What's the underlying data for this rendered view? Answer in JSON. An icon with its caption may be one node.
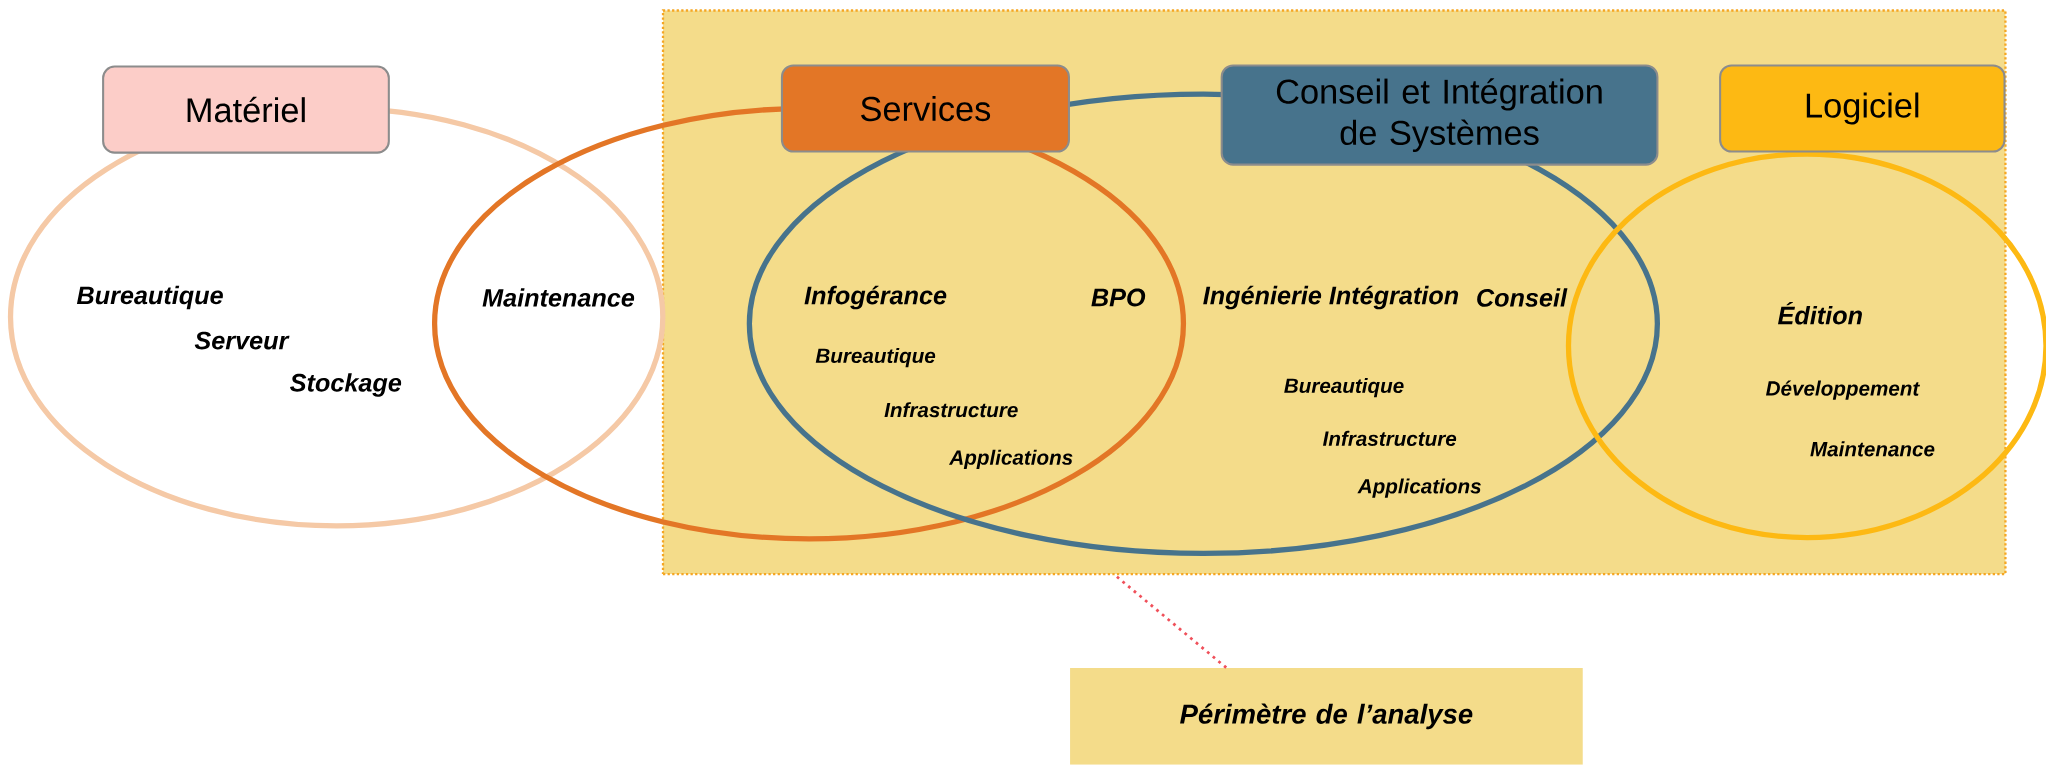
{
  "diagram": {
    "nodes": [
      {
        "text": [],
        "shape": "box"
      },
      {
        "text": [
          "Matériel"
        ]
      },
      {
        "text": [
          "Services"
        ],
        "in": 0
      },
      {
        "text": [
          "Conseil et Intégration de Systèmes"
        ],
        "in": 0
      },
      {
        "text": [
          "Logiciel"
        ],
        "in": 0
      },
      {
        "text": [],
        "shape": "ellipse"
      },
      {
        "text": [],
        "shape": "ellipse"
      },
      {
        "text": [],
        "shape": "ellipse",
        "in": 0
      },
      {
        "text": [],
        "shape": "ellipse"
      },
      {
        "text": [
          "Périmètre de l’analyse"
        ]
      }
    ],
    "edges": [
      {
        "from": 9,
        "to": 0,
        "arrow": "none",
        "style": "dashed",
        "color": "#f0505a"
      }
    ],
    "labels": [
      "Bureautique",
      "Serveur",
      "Stockage",
      "Maintenance",
      "Infogérance",
      "BPO",
      "Ingénierie Intégration",
      "Conseil",
      "Bureautique",
      "Infrastructure",
      "Applications",
      "Bureautique",
      "Infrastructure",
      "Applications",
      "Édition",
      "Développement",
      "Maintenance"
    ]
  }
}
